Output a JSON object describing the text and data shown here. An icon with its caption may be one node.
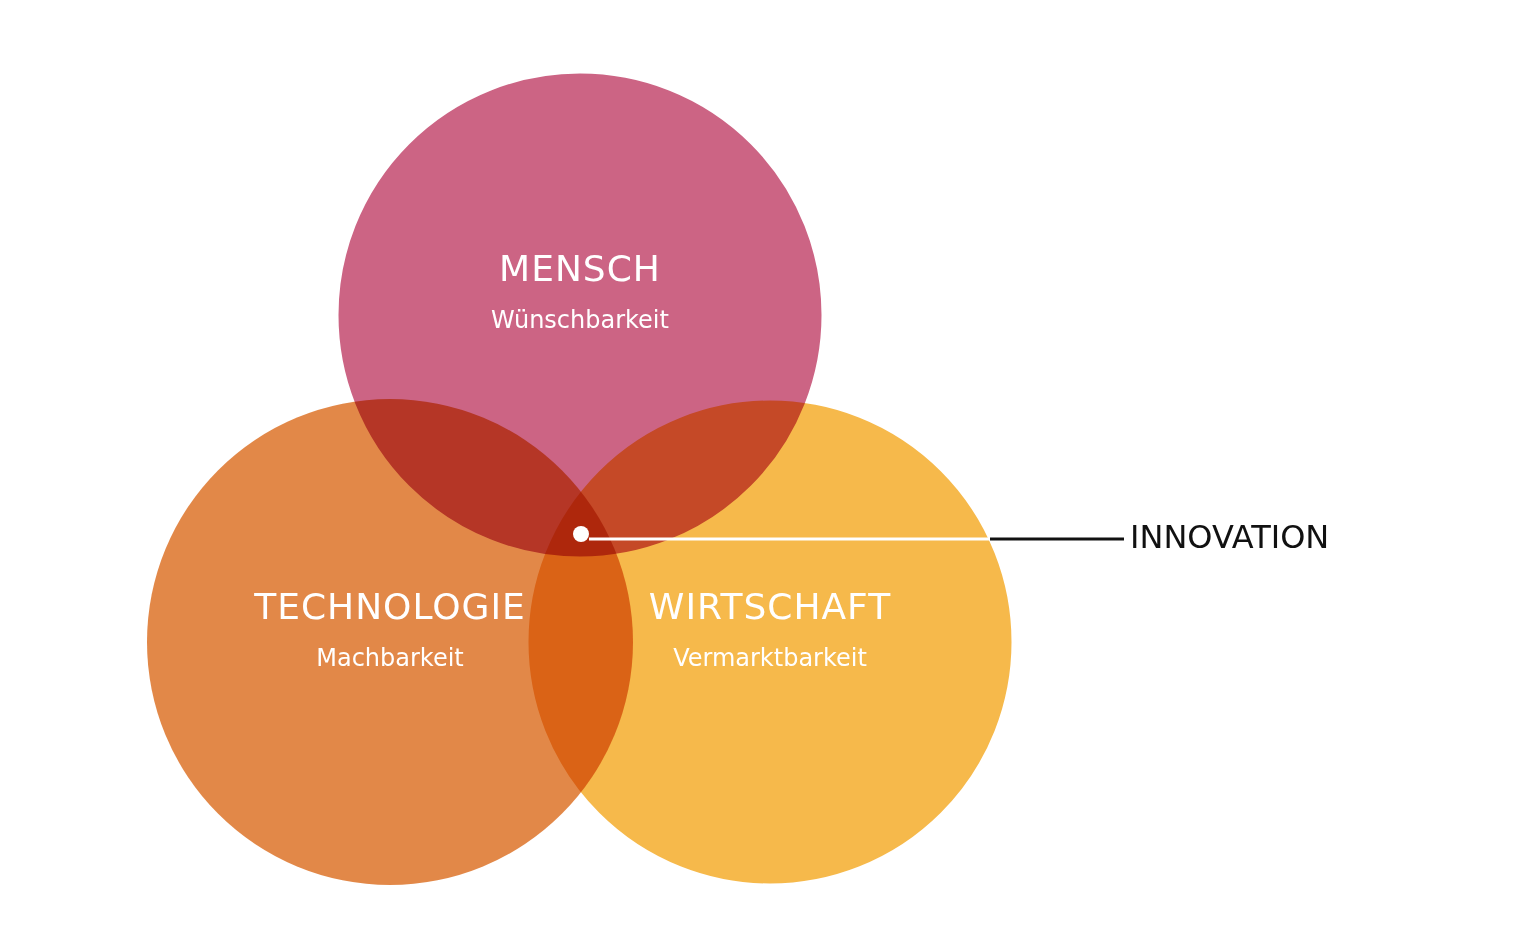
{
  "diagram": {
    "nodes": [
      {
        "text": [
          "MENSCH",
          "Wünschbarkeit"
        ]
      },
      {
        "text": [
          "TECHNOLOGIE",
          "Machbarkeit"
        ]
      },
      {
        "text": [
          "WIRTSCHAFT",
          "Vermarktbarkeit"
        ]
      },
      {
        "text": [
          "INNOVATION"
        ]
      },
      {
        "text": [],
        "shape": "circle"
      }
    ],
    "edges": [
      {
        "from": 3,
        "to": 4,
        "arrow": "none"
      }
    ]
  }
}
